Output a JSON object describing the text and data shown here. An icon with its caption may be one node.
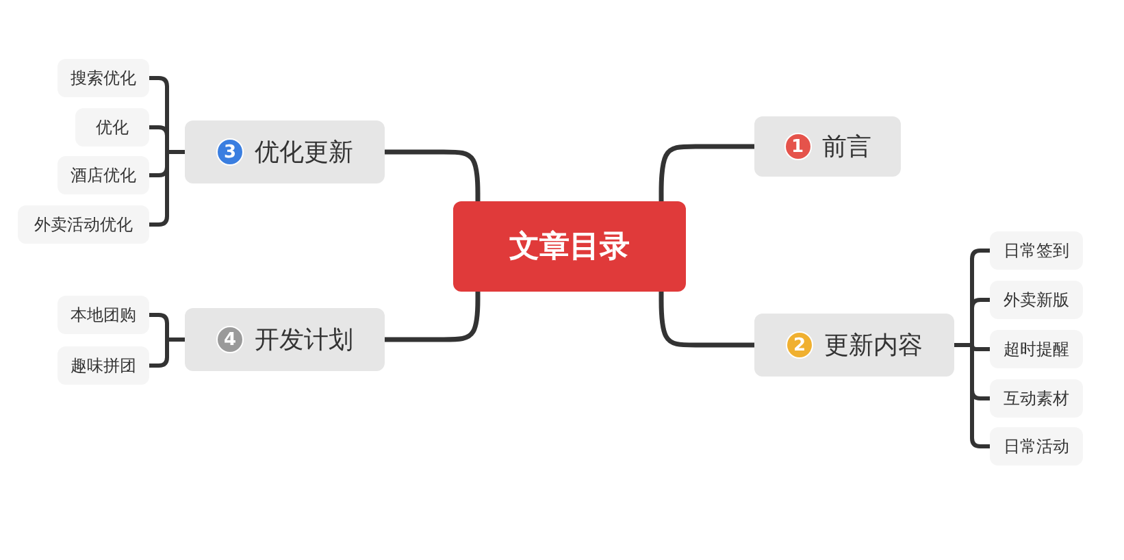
{
  "diagram": {
    "nodes": [
      {
        "text": [
          "文章目录"
        ]
      },
      {
        "text": [
          "1",
          "前言"
        ]
      },
      {
        "text": [
          "2",
          "更新内容"
        ]
      },
      {
        "text": [
          "日常签到"
        ]
      },
      {
        "text": [
          "外卖新版"
        ]
      },
      {
        "text": [
          "超时提醒"
        ]
      },
      {
        "text": [
          "互动素材"
        ]
      },
      {
        "text": [
          "日常活动"
        ]
      },
      {
        "text": [
          "3",
          "优化更新"
        ]
      },
      {
        "text": [
          "搜索优化"
        ]
      },
      {
        "text": [
          "优化"
        ]
      },
      {
        "text": [
          "酒店优化"
        ]
      },
      {
        "text": [
          "外卖活动优化"
        ]
      },
      {
        "text": [
          "4",
          "开发计划"
        ]
      },
      {
        "text": [
          "本地团购"
        ]
      },
      {
        "text": [
          "趣味拼团"
        ]
      }
    ],
    "edges": [
      {
        "from": 0,
        "to": 1,
        "arrow": "none"
      },
      {
        "from": 0,
        "to": 2,
        "arrow": "none"
      },
      {
        "from": 2,
        "to": 3,
        "arrow": "none"
      },
      {
        "from": 2,
        "to": 4,
        "arrow": "none"
      },
      {
        "from": 2,
        "to": 5,
        "arrow": "none"
      },
      {
        "from": 2,
        "to": 6,
        "arrow": "none"
      },
      {
        "from": 2,
        "to": 7,
        "arrow": "none"
      },
      {
        "from": 0,
        "to": 8,
        "arrow": "none"
      },
      {
        "from": 8,
        "to": 9,
        "arrow": "none"
      },
      {
        "from": 8,
        "to": 10,
        "arrow": "none"
      },
      {
        "from": 8,
        "to": 11,
        "arrow": "none"
      },
      {
        "from": 8,
        "to": 12,
        "arrow": "none"
      },
      {
        "from": 0,
        "to": 13,
        "arrow": "none"
      },
      {
        "from": 13,
        "to": 14,
        "arrow": "none"
      },
      {
        "from": 13,
        "to": 15,
        "arrow": "none"
      }
    ]
  }
}
